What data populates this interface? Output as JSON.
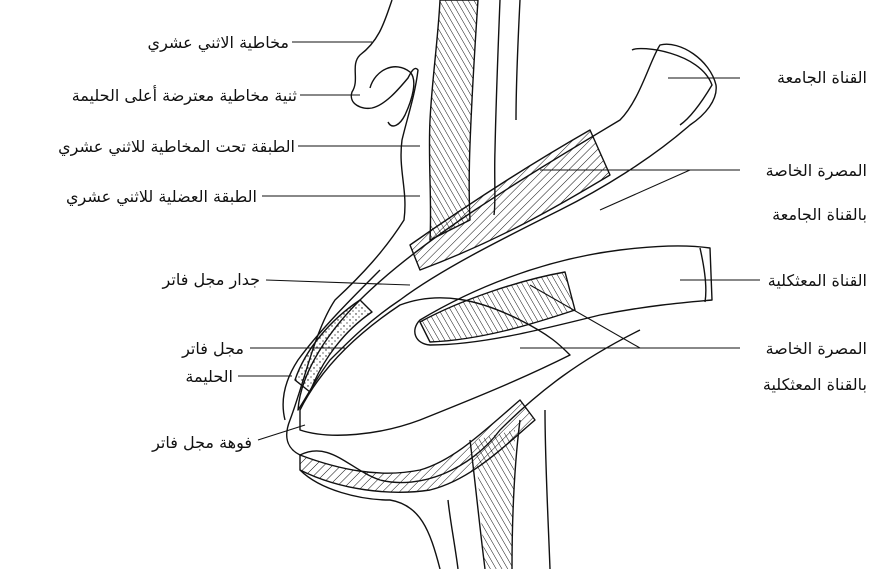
{
  "diagram": {
    "colors": {
      "stroke": "#111111",
      "background": "#ffffff"
    },
    "labels_left": {
      "duodenal_mucosa": "مخاطية الاثني عشري",
      "transverse_fold": "ثنية مخاطية معترضة أعلى الحليمة",
      "submucosa": "الطبقة تحت المخاطية للاثني عشري",
      "muscular_layer": "الطبقة العضلية للاثني عشري",
      "ampulla_wall": "جدار مجل فاتر",
      "ampulla": "مجل فاتر",
      "papilla": "الحليمة",
      "ampulla_orifice": "فوهة مجل فاتر"
    },
    "labels_right": {
      "common_bile_duct": "القناة الجامعة",
      "cbd_sphincter_line1": "المصرة الخاصة",
      "cbd_sphincter_line2": "بالقناة الجامعة",
      "pancreatic_duct": "القناة المعثكلية",
      "pd_sphincter_line1": "المصرة الخاصة",
      "pd_sphincter_line2": "بالقناة المعثكلية"
    }
  }
}
